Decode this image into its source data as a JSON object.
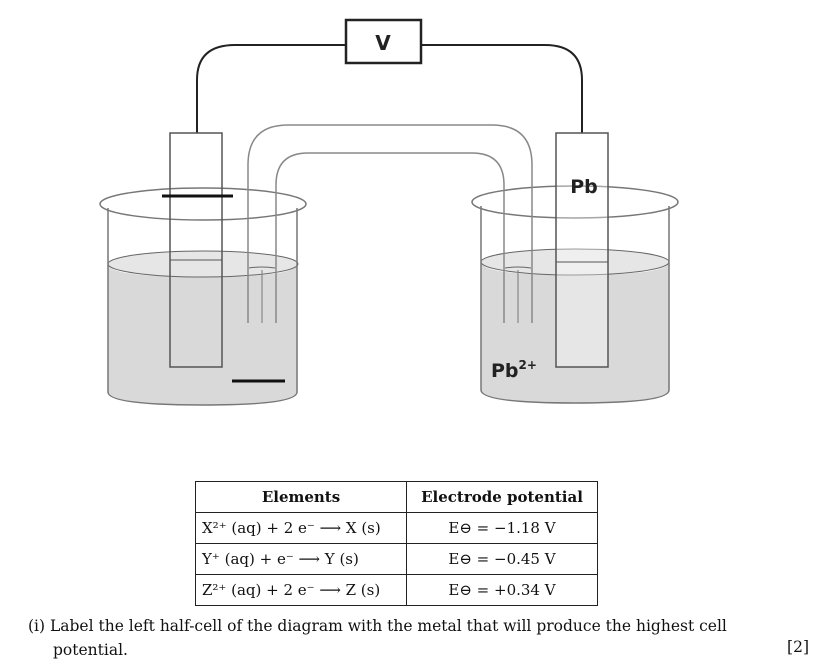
{
  "diagram": {
    "voltmeter_label": "V",
    "right_electrode_label": "Pb",
    "right_solution_label": "Pb",
    "right_solution_charge": "2+"
  },
  "table": {
    "headers": [
      "Elements",
      "Electrode potential"
    ],
    "rows": [
      {
        "reaction": "X²⁺ (aq) + 2 e⁻ ⟶ X (s)",
        "potential": "E⊖ = −1.18 V"
      },
      {
        "reaction": "Y⁺ (aq) + e⁻ ⟶ Y (s)",
        "potential": "E⊖ = −0.45 V"
      },
      {
        "reaction": "Z²⁺ (aq) + 2 e⁻ ⟶ Z (s)",
        "potential": "E⊖ = +0.34 V"
      }
    ]
  },
  "question": {
    "text_line1": "(i) Label the left half-cell of the diagram with the metal that will produce the highest cell",
    "text_line2": "potential.",
    "marks": "[2]"
  }
}
